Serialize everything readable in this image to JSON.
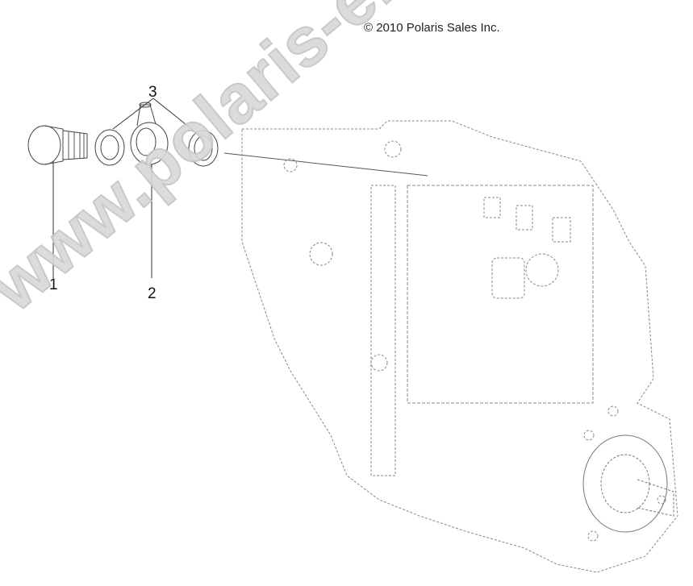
{
  "header": {
    "copyright": "© 2010 Polaris Sales Inc."
  },
  "callouts": [
    {
      "id": "1",
      "label": "1",
      "part": "banjo-bolt"
    },
    {
      "id": "2",
      "label": "2",
      "part": "banjo-fitting"
    },
    {
      "id": "3",
      "label": "3",
      "part": "sealing-washers"
    }
  ],
  "watermark": {
    "text": "www.polaris-ersatzteile.de"
  },
  "colors": {
    "line": "#444444",
    "watermark": "#d8d8d8",
    "background": "#ffffff"
  }
}
